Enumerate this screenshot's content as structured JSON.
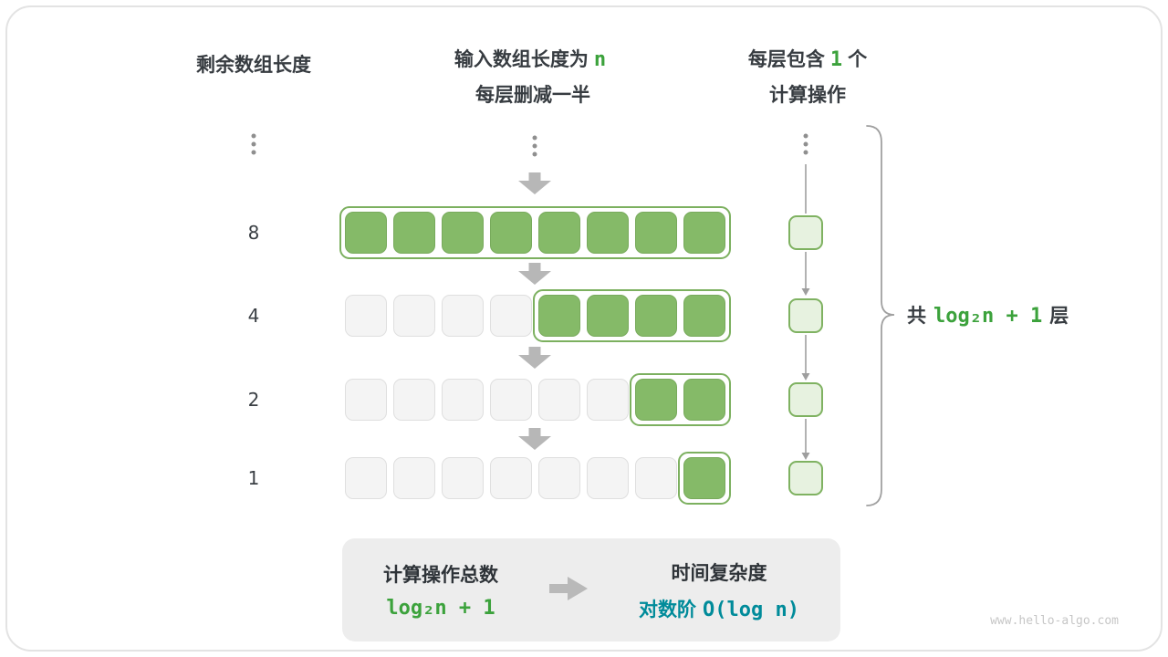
{
  "headers": {
    "left": "剩余数组长度",
    "middle_line1_prefix": "输入数组长度为",
    "middle_code": "n",
    "middle_line2": "每层删减一半",
    "right_prefix": "每层包含",
    "right_code": "1",
    "right_suffix": "个",
    "right_line2": "计算操作"
  },
  "rows": [
    {
      "label": "8",
      "empty": 0,
      "filled": 8
    },
    {
      "label": "4",
      "empty": 4,
      "filled": 4
    },
    {
      "label": "2",
      "empty": 6,
      "filled": 2
    },
    {
      "label": "1",
      "empty": 7,
      "filled": 1
    }
  ],
  "brace": {
    "prefix": "共",
    "code": "log₂n + 1",
    "suffix": "层"
  },
  "summary": {
    "left_title": "计算操作总数",
    "left_value": "log₂n + 1",
    "right_title": "时间复杂度",
    "right_prefix": "对数阶",
    "right_code": "O(log n)"
  },
  "watermark": "www.hello-algo.com",
  "colors": {
    "cell_green": "#85ba68",
    "cell_gray": "#f4f4f4",
    "code_green": "#3ca23c",
    "teal": "#008b9a"
  }
}
